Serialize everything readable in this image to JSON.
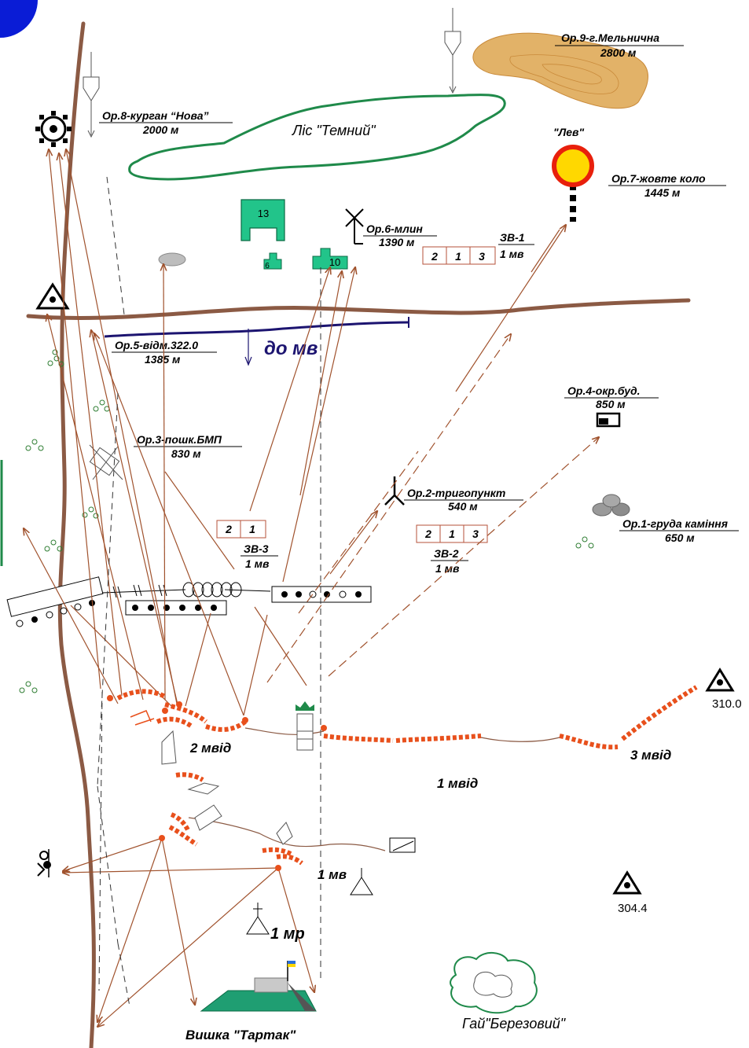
{
  "landmarks": [
    {
      "id": "or9",
      "title": "Ор.9-г.Мельнична",
      "dist": "2800 м"
    },
    {
      "id": "or8",
      "title": "Ор.8-курган “Нова”",
      "dist": "2000 м"
    },
    {
      "id": "or7",
      "title": "Ор.7-жовте коло",
      "dist": "1445 м"
    },
    {
      "id": "or6",
      "title": "Ор.6-млин",
      "dist": "1390 м"
    },
    {
      "id": "or5",
      "title": "Ор.5-відм.322.0",
      "dist": "1385 м"
    },
    {
      "id": "or4",
      "title": "Ор.4-окр.буд.",
      "dist": "850 м"
    },
    {
      "id": "or3",
      "title": "Ор.3-пошк.БМП",
      "dist": "830 м"
    },
    {
      "id": "or2",
      "title": "Ор.2-тригопункт",
      "dist": "540 м"
    },
    {
      "id": "or1",
      "title": "Ор.1-груда каміння",
      "dist": "650 м"
    }
  ],
  "forest": {
    "name": "Ліс \"Темний\""
  },
  "lev": {
    "name": "\"Лев\""
  },
  "grove": {
    "name": "Гай\"Березовий\""
  },
  "tower": {
    "name": "Вишка \"Тартак\""
  },
  "river_label": "до мв",
  "buildings": {
    "b13": "13",
    "b6": "6",
    "b10": "10"
  },
  "sectors": [
    {
      "id": "zv1",
      "label": "ЗВ-1",
      "unit": "1 мв",
      "cells": [
        "2",
        "1",
        "3"
      ]
    },
    {
      "id": "zv2",
      "label": "ЗВ-2",
      "unit": "1 мв",
      "cells": [
        "2",
        "1",
        "3"
      ]
    },
    {
      "id": "zv3",
      "label": "ЗВ-3",
      "unit": "1 мв",
      "cells": [
        "2",
        "1"
      ]
    }
  ],
  "units": {
    "u2": "2 мвід",
    "u1": "1 мвід",
    "u3": "3 мвід",
    "mv": "1 мв",
    "mr": "1 мр"
  },
  "heights": {
    "h310": "310.0",
    "h304": "304.4"
  },
  "colors": {
    "road": "#8b5a44",
    "trench": "#e8501c",
    "forest_outline": "#1f8a4a",
    "building": "#22c48a",
    "hill_fill": "#e2b268",
    "river": "#1c1470",
    "circle_fill": "#ffd800",
    "circle_ring": "#e8200c",
    "corner_blob": "#0a1cd6"
  }
}
